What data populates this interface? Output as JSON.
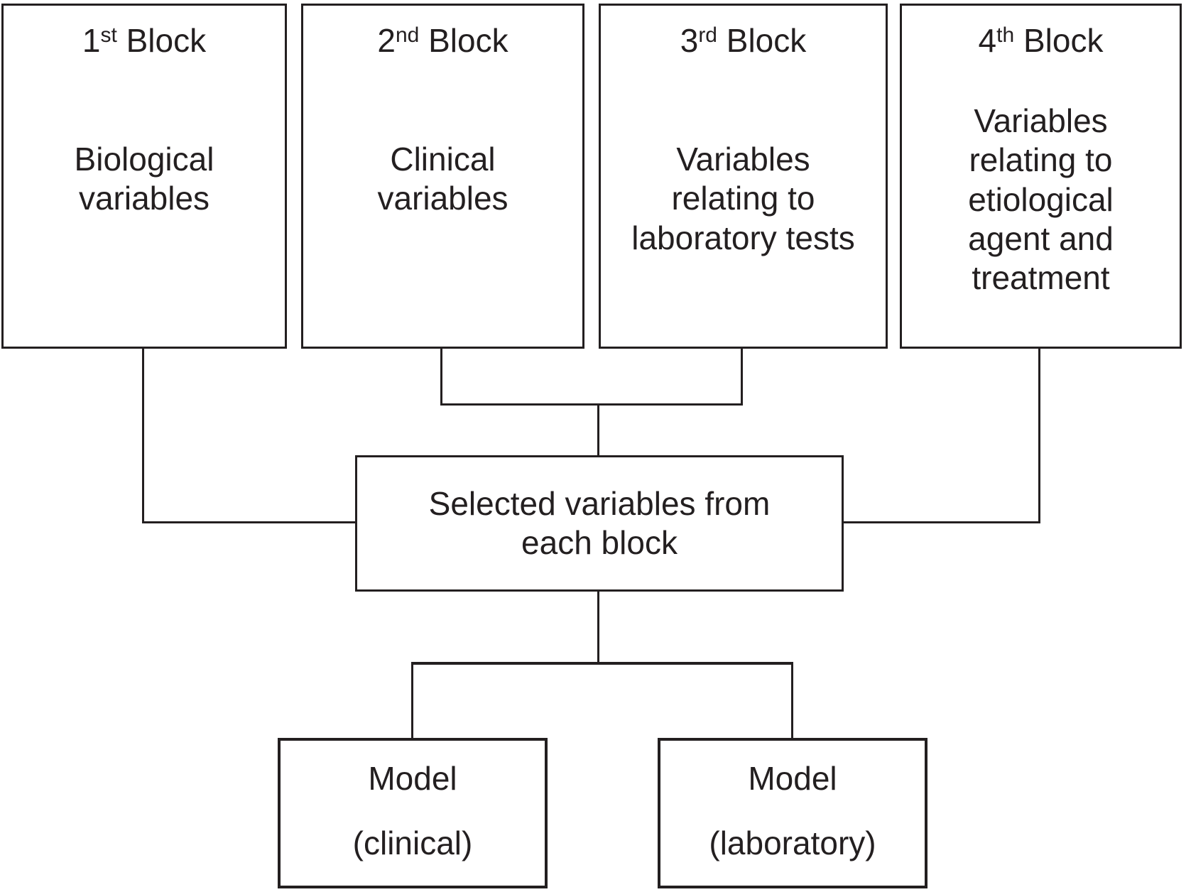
{
  "figure": {
    "background_color": "#ffffff",
    "line_color": "#231f20",
    "type": "flowchart"
  },
  "blocks": [
    {
      "ordinal": "1",
      "suffix": "st",
      "block_word": "Block",
      "body": "Biological\nvariables"
    },
    {
      "ordinal": "2",
      "suffix": "nd",
      "block_word": "Block",
      "body": "Clinical\nvariables"
    },
    {
      "ordinal": "3",
      "suffix": "rd",
      "block_word": "Block",
      "body": "Variables\nrelating to\nlaboratory tests"
    },
    {
      "ordinal": "4",
      "suffix": "th",
      "block_word": "Block",
      "body": "Variables\nrelating to\netiological\nagent and\ntreatment"
    }
  ],
  "selected_box": {
    "label": "Selected variables from\neach block"
  },
  "models": [
    {
      "title": "Model",
      "subtitle": "(clinical)"
    },
    {
      "title": "Model",
      "subtitle": "(laboratory)"
    }
  ]
}
